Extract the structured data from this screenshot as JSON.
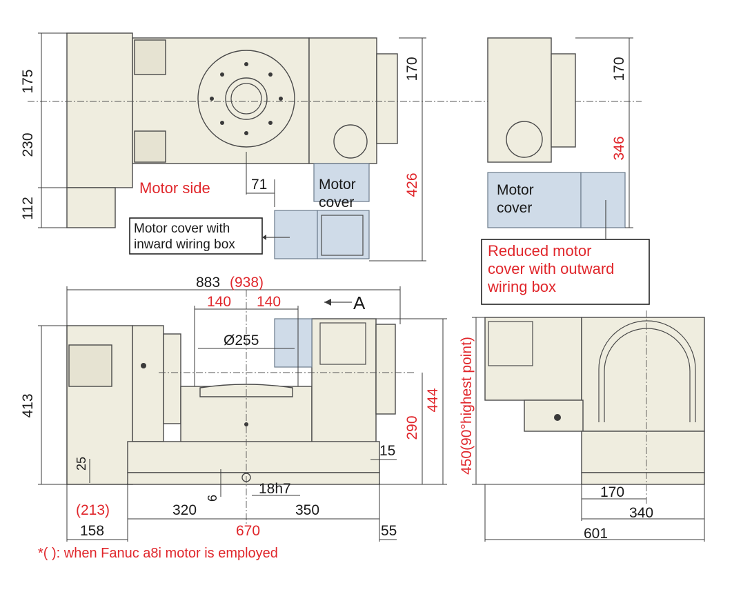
{
  "dimensions": {
    "top_left_175": "175",
    "top_left_230": "230",
    "top_left_112": "112",
    "top_right_170": "170",
    "offset_71": "71",
    "red_426": "426",
    "side_170": "170",
    "red_346": "346",
    "total_width": "883",
    "total_width_alt": "(938)",
    "half_140_left": "140",
    "half_140_right": "140",
    "diameter": "Ø255",
    "height_413": "413",
    "red_290": "290",
    "red_444": "444",
    "dim_15": "15",
    "dim_25": "25",
    "dim_6": "6",
    "dim_18h7": "18h7",
    "red_213": "(213)",
    "dim_320": "320",
    "dim_350": "350",
    "dim_158": "158",
    "red_670": "670",
    "dim_55": "55",
    "red_450": "450(90°highest point)",
    "side_170_bottom": "170",
    "side_340": "340",
    "side_601": "601"
  },
  "labels": {
    "motor_side": "Motor side",
    "motor_cover_line1": "Motor",
    "motor_cover_line2": "cover",
    "inward_box_line1": "Motor cover with",
    "inward_box_line2": "inward wiring box",
    "side_motor_cover_line1": "Motor",
    "side_motor_cover_line2": "cover",
    "reduced_line1": "Reduced motor",
    "reduced_line2": "cover with outward",
    "reduced_line3": "wiring box",
    "view_arrow": "A",
    "footnote": "*( ): when Fanuc a8i motor is employed"
  },
  "colors": {
    "dimension_red": "#e0262b",
    "body_fill": "#efeddf",
    "motor_cover_fill": "#cfdbe8"
  }
}
